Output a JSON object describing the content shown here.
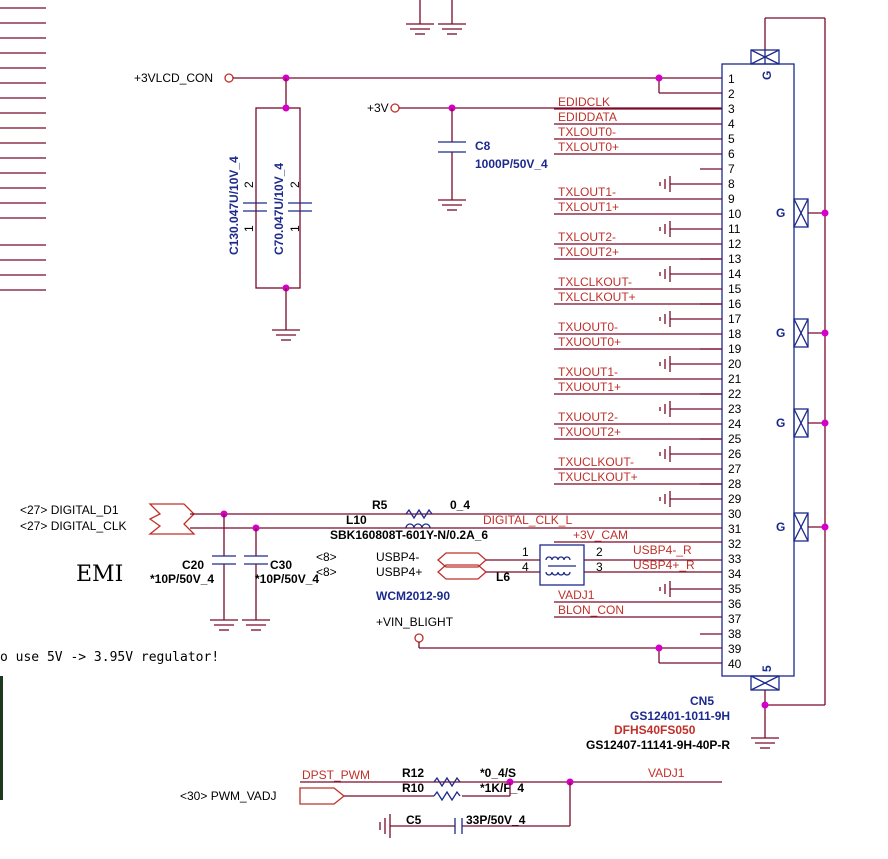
{
  "colors": {
    "wire": "#7a0a2a",
    "component": "#1b2a8c",
    "net_label": "#c0302a",
    "junction": "#d400c8"
  },
  "labels": {
    "vlcd": "+3VLCD_CON",
    "v3": "+3V",
    "c13": "C130.047U/10V_4",
    "c7": "C70.047U/10V_4",
    "c8_ref": "C8",
    "c8_val": "1000P/50V_4",
    "digital_d1": "<27>  DIGITAL_D1",
    "digital_clk": "<27>  DIGITAL_CLK",
    "r5": "R5",
    "r5_val": "0_4",
    "l10": "L10",
    "l10_val": "SBK160808T-601Y-N/0.2A_6",
    "digital_clk_l": "DIGITAL_CLK_L",
    "v3_cam": "+3V_CAM",
    "c20_ref": "C20",
    "c20_val": "*10P/50V_4",
    "c30_ref": "C30",
    "c30_val": "*10P/50V_4",
    "emi": "EMI",
    "usbp4m": "USBP4-",
    "usbp4p": "USBP4+",
    "ref8a": "<8>",
    "ref8b": "<8>",
    "l6": "L6",
    "wcm": "WCM2012-90",
    "usbp4m_r": "USBP4-_R",
    "usbp4p_r": "USBP4+_R",
    "vadj1_net": "VADJ1",
    "blon": "BLON_CON",
    "vin_blight": "+VIN_BLIGHT",
    "note": "o use 5V -> 3.95V regulator!",
    "cn5": "CN5",
    "cn5_pn1": "GS12401-1011-9H",
    "cn5_pn2": "DFHS40FS050",
    "cn5_pn3": "GS12407-11141-9H-40P-R",
    "dpst_pwm": "DPST_PWM",
    "r12": "R12",
    "r12_val": "*0_4/S",
    "r10": "R10",
    "r10_val": "*1K/F_4",
    "vadj1_bottom": "VADJ1",
    "pwm_vadj": "<30>  PWM_VADJ",
    "c5": "C5",
    "c5_val": "33P/50V_4",
    "shield_g": "G"
  },
  "connector": {
    "pins": [
      "1",
      "2",
      "3",
      "4",
      "5",
      "6",
      "7",
      "8",
      "9",
      "10",
      "11",
      "12",
      "13",
      "14",
      "15",
      "16",
      "17",
      "18",
      "19",
      "20",
      "21",
      "22",
      "23",
      "24",
      "25",
      "26",
      "27",
      "28",
      "29",
      "30",
      "31",
      "32",
      "33",
      "34",
      "35",
      "36",
      "37",
      "38",
      "39",
      "40"
    ],
    "nets": [
      "",
      "",
      "EDIDCLK",
      "EDIDDATA",
      "TXLOUT0-",
      "TXLOUT0+",
      "",
      "",
      "TXLOUT1-",
      "TXLOUT1+",
      "",
      "TXLOUT2-",
      "TXLOUT2+",
      "",
      "TXLCLKOUT-",
      "TXLCLKOUT+",
      "",
      "TXUOUT0-",
      "TXUOUT0+",
      "",
      "TXUOUT1-",
      "TXUOUT1+",
      "",
      "TXUOUT2-",
      "TXUOUT2+",
      "",
      "TXUCLKOUT-",
      "TXUCLKOUT+",
      "",
      "",
      "",
      "",
      "",
      "",
      "",
      "",
      "",
      "",
      "",
      ""
    ]
  }
}
